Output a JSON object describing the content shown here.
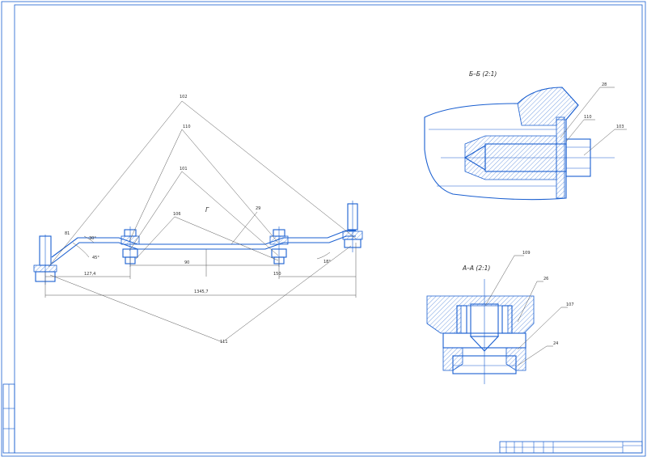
{
  "views": {
    "section_b_title": "Б–Б (2:1)",
    "section_a_title": "А–А (2:1)",
    "view_g_label": "Г"
  },
  "callouts": {
    "c1": "102",
    "c2": "110",
    "c3": "101",
    "c4": "106",
    "c5": "29",
    "c6": "28",
    "c7": "110",
    "c8": "103",
    "c9": "109",
    "c10": "26",
    "c11": "107",
    "c12": "24",
    "c13": "111"
  },
  "dimensions": {
    "d_total": "1345,7",
    "d_left": "127,4",
    "d_mid": "90",
    "d_right": "150",
    "a1": "45°",
    "a2": "30°",
    "a3": "18°",
    "a4": "81"
  },
  "colors": {
    "part": "#1a5fd0",
    "thin": "#555555",
    "frame": "#1a5fd0"
  }
}
